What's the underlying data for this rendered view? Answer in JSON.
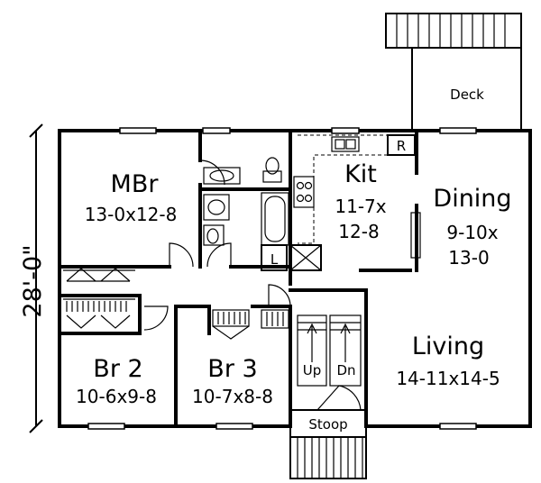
{
  "dimension": "28'-0\"",
  "deck": "Deck",
  "stoop": "Stoop",
  "rooms": {
    "mbr": {
      "name": "MBr",
      "size": "13-0x12-8"
    },
    "kit": {
      "name": "Kit",
      "size1": "11-7x",
      "size2": "12-8"
    },
    "dining": {
      "name": "Dining",
      "size1": "9-10x",
      "size2": "13-0"
    },
    "living": {
      "name": "Living",
      "size": "14-11x14-5"
    },
    "br2": {
      "name": "Br 2",
      "size": "10-6x9-8"
    },
    "br3": {
      "name": "Br 3",
      "size": "10-7x8-8"
    }
  },
  "stairs": {
    "up": "Up",
    "down": "Dn"
  },
  "fixtures": {
    "refrigerator": "R",
    "laundry": "L"
  }
}
